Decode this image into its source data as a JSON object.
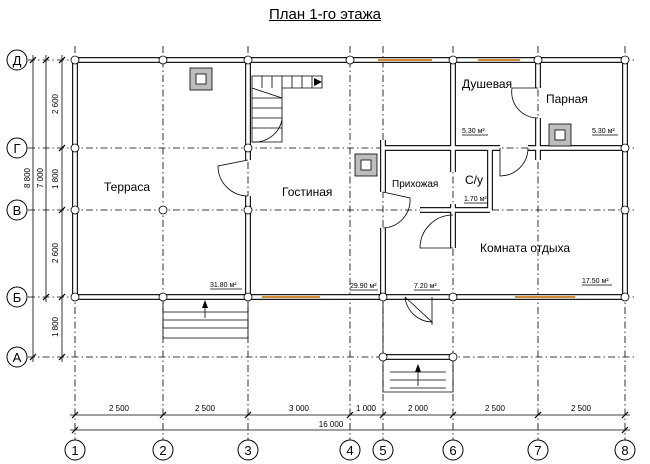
{
  "title": "План 1-го этажа",
  "axes_v": [
    "1",
    "2",
    "3",
    "4",
    "5",
    "6",
    "7",
    "8"
  ],
  "axes_h": [
    "Д",
    "Г",
    "В",
    "Б",
    "А"
  ],
  "dims_bottom": [
    "2 500",
    "2 500",
    "3 000",
    "1 000",
    "2 000",
    "2 500",
    "2 500"
  ],
  "dim_total": "16 000",
  "dims_left": [
    "2 600",
    "1 800",
    "2 600",
    "1 800"
  ],
  "dims_left_total_1": "7 000",
  "dims_left_total_2": "8 800",
  "rooms": {
    "terrace": "Терраса",
    "living": "Гостиная",
    "hall": "Прихожая",
    "shower": "Душевая",
    "steam": "Парная",
    "wc": "С/у",
    "rest": "Комната отдыха"
  },
  "areas": {
    "terrace": "31.80 м²",
    "living": "29.90 м²",
    "hall": "7.20 м²",
    "shower": "5.30 м²",
    "steam": "5.30 м²",
    "wc": "1.70 м²",
    "rest": "17.50 м²"
  },
  "colors": {
    "ink": "#000000",
    "wall": "#1a1a1a",
    "window": "#d08a30",
    "stove": "#bdbdbd"
  }
}
